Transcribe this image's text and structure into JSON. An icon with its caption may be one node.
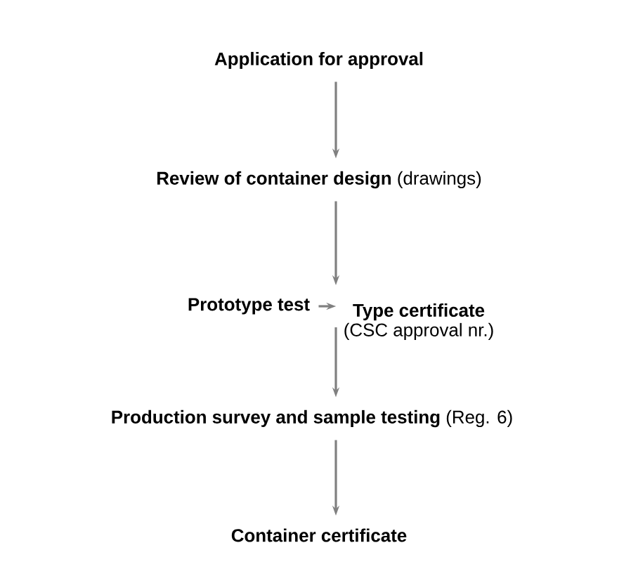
{
  "diagram": {
    "nodes": [
      {
        "text": [
          "Application for approval"
        ]
      },
      {
        "text": [
          "**Review of container design** (drawings)"
        ]
      },
      {
        "text": [
          "Prototype test"
        ]
      },
      {
        "text": [
          "Type certificate",
          "(CSC approval nr.)"
        ]
      },
      {
        "text": [
          "**Production survey and sample testing** (Reg. 6)"
        ]
      },
      {
        "text": [
          "Container certificate"
        ]
      }
    ],
    "edges": [
      {
        "from": 0,
        "to": 1,
        "arrow": "to"
      },
      {
        "from": 1,
        "to": 2,
        "arrow": "to"
      },
      {
        "from": 2,
        "to": 3,
        "arrow": "to"
      },
      {
        "from": 2,
        "to": 4,
        "arrow": "to"
      },
      {
        "from": 4,
        "to": 5,
        "arrow": "to"
      }
    ]
  }
}
